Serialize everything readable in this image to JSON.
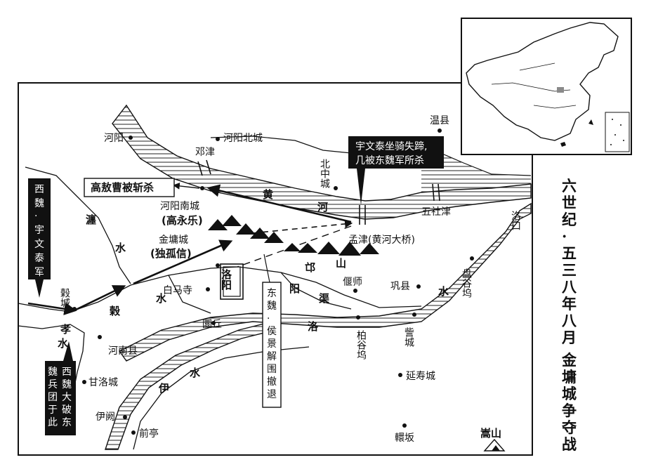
{
  "title": {
    "line1": [
      "六",
      "世",
      "纪",
      "·",
      "五",
      "三",
      "八",
      "年",
      "八",
      "月"
    ],
    "line2": [
      "金",
      "墉",
      "城",
      "争",
      "夺",
      "战"
    ]
  },
  "places": {
    "heyang": "河阳",
    "heyang_north": "河阳北城",
    "dengjin": "邓津",
    "beizhongcheng": "北中城",
    "wenxian": "温县",
    "wushejin": "五社津",
    "luokou": "洛口",
    "heyang_south": "河阳南城",
    "gao_yongle": "(高永乐)",
    "jinyong": "金墉城",
    "dugu_xin": "(独孤信)",
    "mengjin": "孟津(黄河大桥)",
    "gucheng": "榖城",
    "baimasi": "白马寺",
    "luoyang": "洛阳",
    "yanshi": "偃师",
    "gongxian": "巩县",
    "panguwu": "盘谷坞",
    "huanqiu": "圜丘",
    "baiguwu": "柏谷坞",
    "zhaicheng": "訾城",
    "henanxian": "河南县",
    "yanshoucheng": "延寿城",
    "ganluocheng": "甘洛城",
    "yique": "伊阙",
    "qianting": "前亭",
    "huanyuan": "轘坂",
    "songshan": "嵩山"
  },
  "rivers": {
    "huanghe": [
      "黄",
      "河"
    ],
    "chan": [
      "瀍",
      "水"
    ],
    "gu": [
      "榖",
      "水"
    ],
    "xiao": [
      "孝",
      "水"
    ],
    "luo": [
      "洛",
      "水"
    ],
    "yi": [
      "伊",
      "水"
    ],
    "yangqu": [
      "阳",
      "渠"
    ],
    "mang": [
      "邙",
      "山"
    ]
  },
  "callouts": {
    "gao_aocao": "高敖曹被斩杀",
    "yuwen_fall": [
      "宇文泰坐骑失蹄,",
      "几被东魏军所杀"
    ],
    "west_wei_army": [
      "西",
      "魏",
      "·",
      "宇",
      "文",
      "泰",
      "军"
    ],
    "east_wei_withdraw": [
      "东",
      "魏",
      "·",
      "侯",
      "景",
      "解",
      "围",
      "撤",
      "退"
    ],
    "west_wei_defeat": [
      [
        "西",
        "魏",
        "大",
        "破",
        "东"
      ],
      [
        "魏",
        "兵",
        "团",
        "于",
        "此"
      ]
    ]
  },
  "colors": {
    "ink": "#111111",
    "paper": "#ffffff",
    "shaanxi_highlight": "#8a8a8a"
  }
}
